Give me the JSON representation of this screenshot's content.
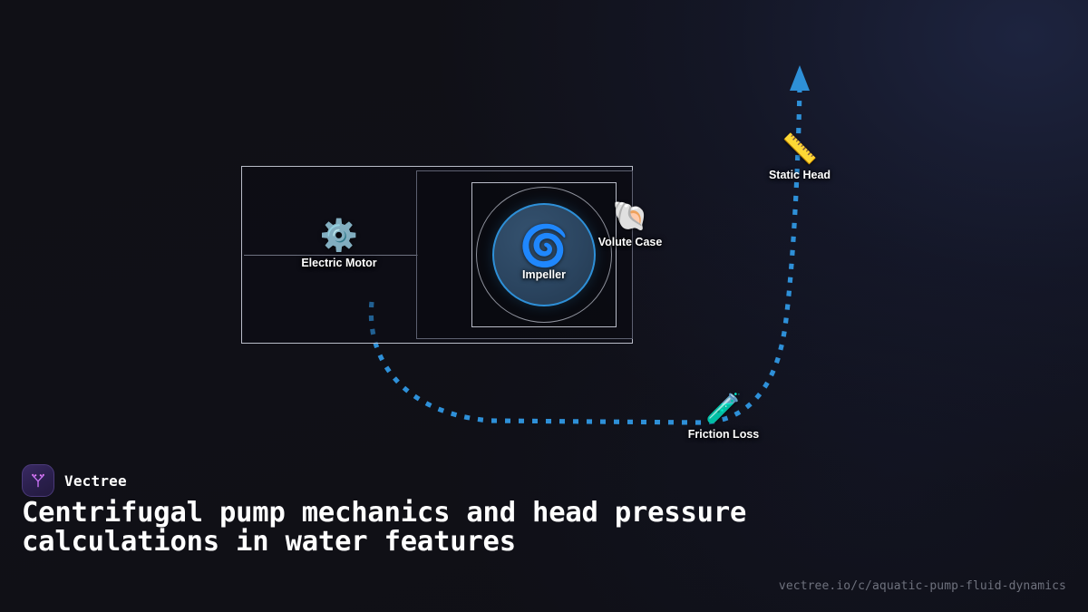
{
  "brand": {
    "name": "Vectree",
    "logo_icon": "vectree-tree-logo-icon",
    "logo_bg": "#2a1f4c",
    "logo_accent": "#c46ff0"
  },
  "headline": "Centrifugal pump mechanics and head pressure calculations in water features",
  "url": "vectree.io/c/aquatic-pump-fluid-dynamics",
  "theme": {
    "background": "#101016",
    "background_tint": "#1a1f36",
    "flow_accent": "#2e90d8",
    "housing_stroke": "#b9bcc8",
    "inner_stroke": "#5d6070",
    "ring_stroke": "#8e919c",
    "impeller_fill": "#2b4560",
    "impeller_stroke": "#2e90d8",
    "label_color": "#ffffff",
    "url_color": "#6e717d"
  },
  "diagram": {
    "title": "centrifugal-pump-head-diagram",
    "nodes": [
      {
        "id": "motor",
        "label": "Electric Motor",
        "icon": "gear-icon",
        "glyph": "⚙️"
      },
      {
        "id": "impeller",
        "label": "Impeller",
        "icon": "cyclone-icon",
        "glyph": "🌀"
      },
      {
        "id": "volute",
        "label": "Volute Case",
        "icon": "spiral-shell-icon",
        "glyph": "🐚"
      },
      {
        "id": "static",
        "label": "Static Head",
        "icon": "straight-ruler-icon",
        "glyph": "📏"
      },
      {
        "id": "friction",
        "label": "Friction Loss",
        "icon": "test-tube-icon",
        "glyph": "🧪"
      }
    ],
    "flow": {
      "style": "dotted",
      "color": "#2e90d8",
      "arrow_direction": "up",
      "description": "discharge flow path from pump outlet rising to static head"
    }
  }
}
